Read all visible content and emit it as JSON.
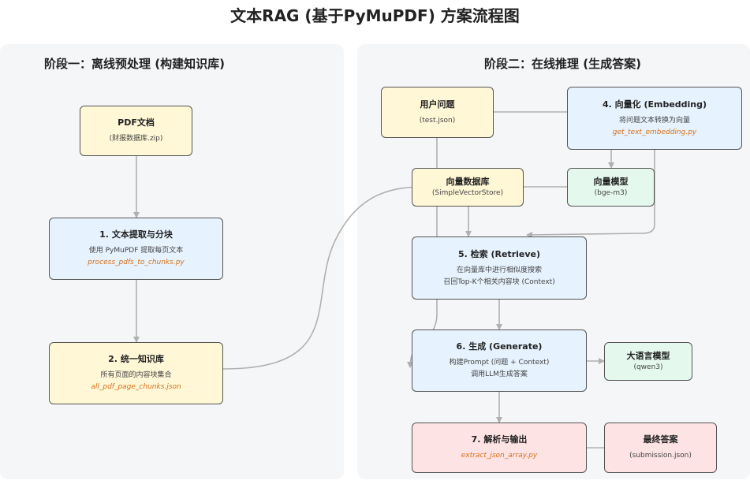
{
  "title": "文本RAG (基于PyMuPDF) 方案流程图",
  "stage1": {
    "title": "阶段一：离线预处理 (构建知识库)",
    "pdf": {
      "title": "PDF文档",
      "desc": "(财报数据库.zip)"
    },
    "extract": {
      "title": "1. 文本提取与分块",
      "desc": "使用 PyMuPDF 提取每页文本",
      "file": "process_pdfs_to_chunks.py"
    },
    "kb": {
      "title": "2. 统一知识库",
      "desc": "所有页面的内容块集合",
      "file": "all_pdf_page_chunks.json"
    }
  },
  "stage2": {
    "title": "阶段二：在线推理 (生成答案)",
    "question": {
      "title": "用户问题",
      "desc": "(test.json)"
    },
    "embed": {
      "title": "4. 向量化 (Embedding)",
      "desc": "将问题文本转换为向量",
      "file": "get_text_embedding.py"
    },
    "vdb": {
      "title": "向量数据库",
      "desc": "(SimpleVectorStore)"
    },
    "vmodel": {
      "title": "向量模型",
      "desc": "(bge-m3)"
    },
    "retrieve": {
      "title": "5. 检索 (Retrieve)",
      "desc1": "在向量库中进行相似度搜索",
      "desc2": "召回Top-K个相关内容块 (Context)"
    },
    "generate": {
      "title": "6. 生成 (Generate)",
      "desc1": "构建Prompt (问题 + Context)",
      "desc2": "调用LLM生成答案"
    },
    "llm": {
      "title": "大语言模型",
      "desc": "(qwen3)"
    },
    "parse": {
      "title": "7. 解析与输出",
      "file": "extract_json_array.py"
    },
    "answer": {
      "title": "最终答案",
      "desc": "(submission.json)"
    }
  },
  "colors": {
    "yellow_node": "#fff7d6",
    "blue_node": "#e6f2fd",
    "green_node": "#e5f8ee",
    "red_node": "#fde3e3",
    "panel": "#f5f6f8",
    "edge": "#b0b0b0",
    "filename": "#d9701a"
  }
}
